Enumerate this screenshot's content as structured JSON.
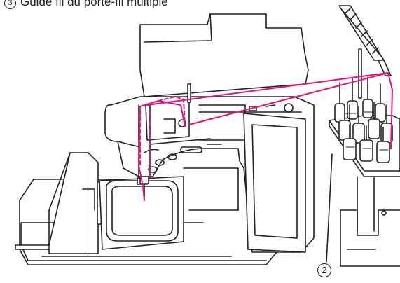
{
  "caption": {
    "marker": "3",
    "text": "Guide fil du porte-fil multiple"
  },
  "callout": {
    "label": "2"
  },
  "colors": {
    "line": "#222222",
    "thread": "#e0157a"
  },
  "icons": {
    "machine": "embroidery-machine-illustration",
    "stand": "multi-spool-stand-illustration"
  }
}
